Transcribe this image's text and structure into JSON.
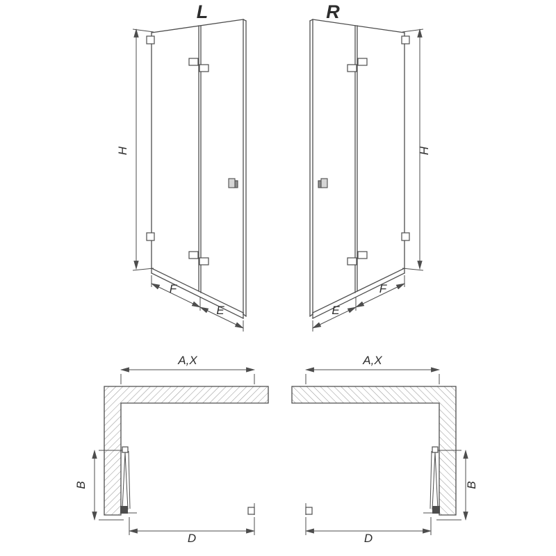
{
  "palette": {
    "line_color": "#4d4d4d",
    "hatch_color": "#9a9a9a",
    "text_color": "#2d2d2d",
    "background": "#ffffff"
  },
  "elevation_left": {
    "variant": "L",
    "dim_height": "H",
    "dim_fold": "F",
    "dim_edge": "E"
  },
  "elevation_right": {
    "variant": "R",
    "dim_height": "H",
    "dim_edge": "E",
    "dim_fold": "F"
  },
  "plan_left": {
    "dim_width": "A,X",
    "dim_depth": "B",
    "dim_opening": "D"
  },
  "plan_right": {
    "dim_width": "A,X",
    "dim_depth": "B",
    "dim_opening": "D"
  }
}
